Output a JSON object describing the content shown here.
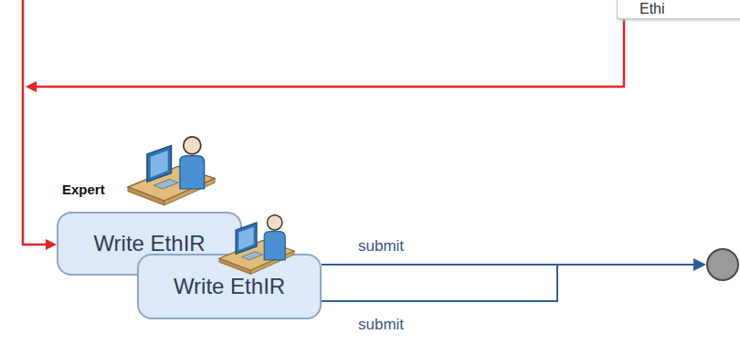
{
  "diagram": {
    "nodes": [
      {
        "text": [
          "Write EthIR"
        ]
      },
      {
        "text": [
          "Write EthIR"
        ]
      }
    ],
    "labels": [
      "Ethi",
      "Expert",
      "submit",
      "submit"
    ]
  }
}
